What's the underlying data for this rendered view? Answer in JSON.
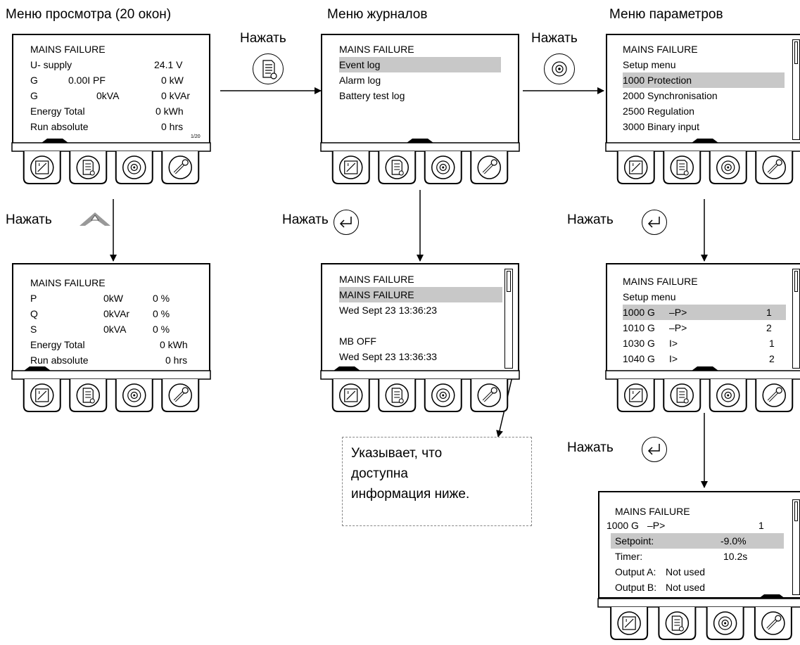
{
  "headings": {
    "view": "Меню просмотра (20 окон)",
    "logs": "Меню журналов",
    "params": "Меню параметров"
  },
  "press": "Нажать",
  "callout_text": [
    "Указывает, что",
    "доступна",
    "информация ниже."
  ],
  "screens": {
    "view1": {
      "rows": [
        [
          "MAINS FAILURE",
          "",
          ""
        ],
        [
          "U- supply",
          "",
          "24.1 V"
        ],
        [
          "G",
          "0.00I  PF",
          "0 kW"
        ],
        [
          "G",
          "0kVA",
          "0 kVAr"
        ],
        [
          "Energy Total",
          "",
          "0 kWh"
        ],
        [
          "Run absolute",
          "",
          "0 hrs"
        ]
      ],
      "page": "1/20"
    },
    "view2": {
      "rows": [
        [
          "MAINS FAILURE",
          "",
          "",
          ""
        ],
        [
          "P",
          "0kW",
          "0 %",
          ""
        ],
        [
          "Q",
          "0kVAr",
          "0 %",
          ""
        ],
        [
          "S",
          "0kVA",
          "0 %",
          ""
        ],
        [
          "Energy Total",
          "",
          "",
          "0 kWh"
        ],
        [
          "Run absolute",
          "",
          "",
          "0 hrs"
        ]
      ]
    },
    "logs1": {
      "rows": [
        "MAINS FAILURE",
        "Event log",
        "Alarm log",
        "Battery test log"
      ],
      "selected": 1
    },
    "logs2": {
      "rows": [
        "MAINS FAILURE",
        "MAINS FAILURE",
        "Wed Sept 23 13:36:23",
        "",
        "MB OFF",
        "Wed Sept 23 13:36:33"
      ],
      "selected": 1
    },
    "params1": {
      "rows": [
        "MAINS FAILURE",
        "Setup menu",
        "1000 Protection",
        "2000 Synchronisation",
        "2500 Regulation",
        "3000 Binary input"
      ],
      "selected": 2
    },
    "params2": {
      "rows": [
        [
          "MAINS FAILURE",
          "",
          ""
        ],
        [
          "Setup menu",
          "",
          ""
        ],
        [
          "1000 G",
          "–P>",
          "1"
        ],
        [
          "1010 G",
          "–P>",
          "2"
        ],
        [
          "1030 G",
          "I>",
          "1"
        ],
        [
          "1040 G",
          "I>",
          "2"
        ]
      ],
      "selected": 2
    },
    "params3": {
      "rows": [
        [
          "MAINS FAILURE",
          "",
          ""
        ],
        [
          "1000 G",
          "–P>",
          "1"
        ],
        [
          "Setpoint:",
          "-9.0%",
          ""
        ],
        [
          "Timer:",
          "10.2s",
          ""
        ],
        [
          "Output A:",
          "Not used",
          ""
        ],
        [
          "Output B:",
          "Not used",
          ""
        ]
      ],
      "selected": 2
    }
  },
  "keypad_icons": [
    "view-icon",
    "log-icon",
    "setup-icon",
    "tools-icon"
  ],
  "colors": {
    "highlight": "#c8c8c8",
    "up_arrow": "#999999"
  }
}
